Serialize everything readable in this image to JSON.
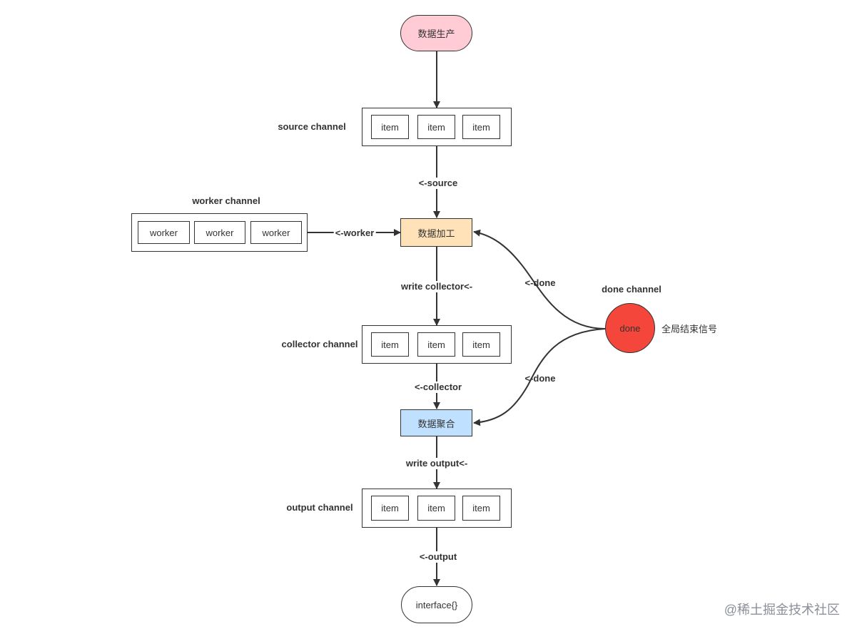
{
  "colors": {
    "producer_fill": "#ffccd5",
    "process_fill": "#ffe2b8",
    "aggregate_fill": "#bfe0ff",
    "done_fill": "#f4463a",
    "stroke": "#333333"
  },
  "nodes": {
    "producer": "数据生产",
    "processor": "数据加工",
    "aggregator": "数据聚合",
    "done": "done",
    "interface": "interface{}"
  },
  "channels": {
    "source": {
      "label": "source channel",
      "items": [
        "item",
        "item",
        "item"
      ]
    },
    "worker": {
      "label": "worker channel",
      "items": [
        "worker",
        "worker",
        "worker"
      ]
    },
    "collector": {
      "label": "collector channel",
      "items": [
        "item",
        "item",
        "item"
      ]
    },
    "output": {
      "label": "output channel",
      "items": [
        "item",
        "item",
        "item"
      ]
    },
    "done": {
      "label": "done channel",
      "note": "全局结束信号"
    }
  },
  "edges": {
    "read_source": "<-source",
    "read_worker": "<-worker",
    "write_collector": "write collector<-",
    "read_collector": "<-collector",
    "write_output": "write output<-",
    "read_output": "<-output",
    "done_to_processor": "<-done",
    "done_to_aggregator": "<-done"
  },
  "watermark": "@稀土掘金技术社区"
}
